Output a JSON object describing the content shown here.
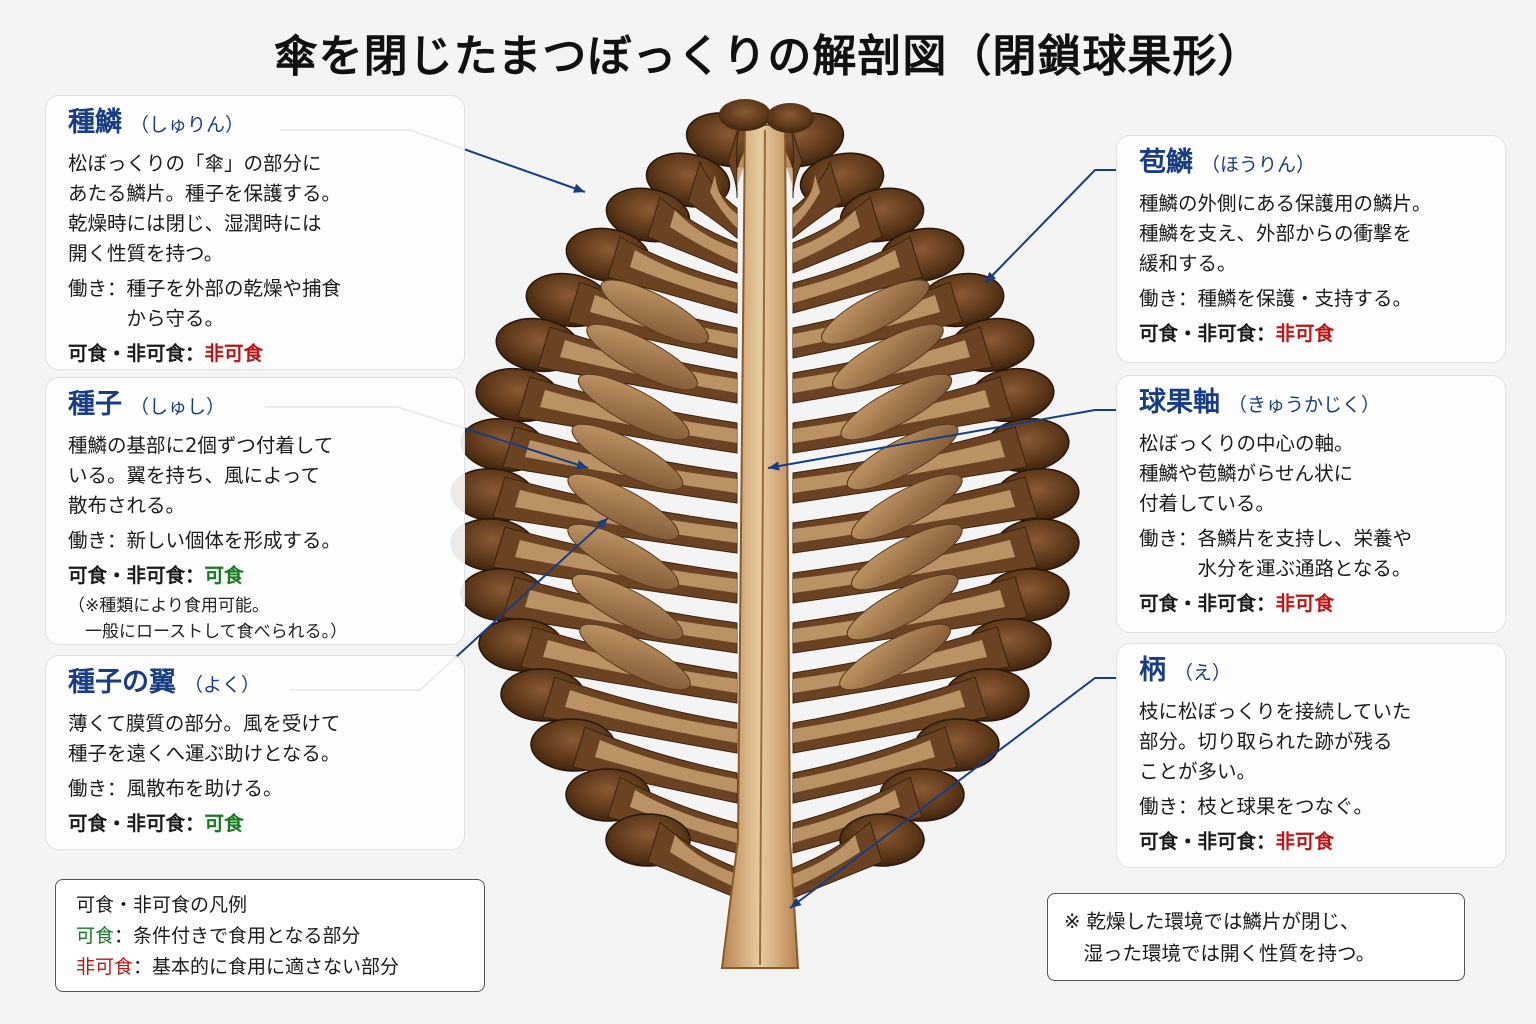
{
  "title": "傘を閉じたまつぼっくりの解剖図（閉鎖球果形）",
  "colors": {
    "heading": "#173d84",
    "edible": "#137a1f",
    "inedible": "#c01414",
    "leader_line": "#173d84"
  },
  "parts": {
    "seed_scale": {
      "name": "種鱗",
      "reading": "（しゅりん）",
      "description": "松ぼっくりの「傘」の部分に\nあたる鱗片。種子を保護する。\n乾燥時には閉じ、湿潤時には\n開く性質を持つ。",
      "function_label": "働き：",
      "function": "種子を外部の乾燥や捕食\nから守る。",
      "edibility_label": "可食・非可食：",
      "edibility": "非可食"
    },
    "seed": {
      "name": "種子",
      "reading": "（しゅし）",
      "description": "種鱗の基部に2個ずつ付着して\nいる。翼を持ち、風によって\n散布される。",
      "function_label": "働き：",
      "function": "新しい個体を形成する。",
      "edibility_label": "可食・非可食：",
      "edibility": "可食",
      "note": "（※種類により食用可能。\n　一般にローストして食べられる。）"
    },
    "seed_wing": {
      "name": "種子の翼",
      "reading": "（よく）",
      "description": "薄くて膜質の部分。風を受けて\n種子を遠くへ運ぶ助けとなる。",
      "function_label": "働き：",
      "function": "風散布を助ける。",
      "edibility_label": "可食・非可食：",
      "edibility": "可食"
    },
    "bract_scale": {
      "name": "苞鱗",
      "reading": "（ほうりん）",
      "description": "種鱗の外側にある保護用の鱗片。\n種鱗を支え、外部からの衝撃を\n緩和する。",
      "function_label": "働き：",
      "function": "種鱗を保護・支持する。",
      "edibility_label": "可食・非可食：",
      "edibility": "非可食"
    },
    "cone_axis": {
      "name": "球果軸",
      "reading": "（きゅうかじく）",
      "description": "松ぼっくりの中心の軸。\n種鱗や苞鱗がらせん状に\n付着している。",
      "function_label": "働き：",
      "function": "各鱗片を支持し、栄養や\n水分を運ぶ通路となる。",
      "edibility_label": "可食・非可食：",
      "edibility": "非可食"
    },
    "stalk": {
      "name": "柄",
      "reading": "（え）",
      "description": "枝に松ぼっくりを接続していた\n部分。切り取られた跡が残る\nことが多い。",
      "function_label": "働き：",
      "function": "枝と球果をつなぐ。",
      "edibility_label": "可食・非可食：",
      "edibility": "非可食"
    }
  },
  "legend": {
    "title": "可食・非可食の凡例",
    "edible_term": "可食",
    "edible_desc": "：条件付きで食用となる部分",
    "inedible_term": "非可食",
    "inedible_desc": "：基本的に食用に適さない部分"
  },
  "footnote": "※ 乾燥した環境では鱗片が閉じ、\n　湿った環境では開く性質を持つ。"
}
